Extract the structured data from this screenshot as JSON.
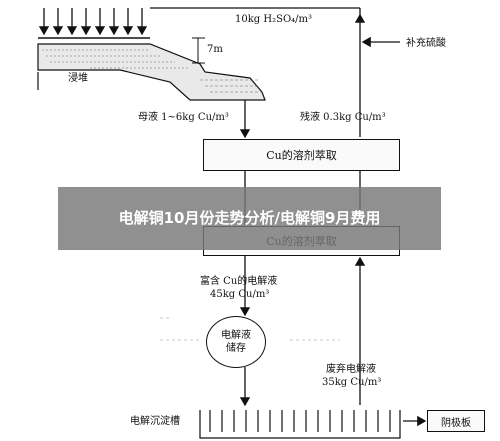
{
  "diagram": {
    "top_concentration": "10kg H₂SO₄/m³",
    "height_label": "7m",
    "heap_label": "浸堆",
    "makeup_acid": "补充硫酸",
    "pregnant_liquor": "母液 1~6kg Cu/m³",
    "raffinate": "残液 0.3kg Cu/m³",
    "extraction_box": "Cu的溶剂萃取",
    "stripping_box": "Cu的溶剂萃取",
    "rich_electrolyte_line1": "富含 Cu的电解液",
    "rich_electrolyte_line2": "45kg Cu/m³",
    "storage_line1": "电解液",
    "storage_line2": "储存",
    "spent_electrolyte_line1": "废弃电解液",
    "spent_electrolyte_line2": "35kg Cu/m³",
    "electrowinning_label": "电解沉淀槽",
    "cathode_label": "阴极板"
  },
  "banner": {
    "title": "电解铜10月份走势分析/电解铜9月费用"
  }
}
